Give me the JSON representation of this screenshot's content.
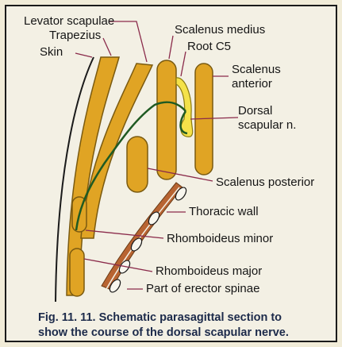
{
  "figure": {
    "labels": {
      "levator_scapulae": "Levator scapulae",
      "trapezius": "Trapezius",
      "skin": "Skin",
      "scalenus_medius": "Scalenus medius",
      "root_c5": "Root C5",
      "scalenus_anterior_1": "Scalenus",
      "scalenus_anterior_2": "anterior",
      "dorsal_scapular_1": "Dorsal",
      "dorsal_scapular_2": "scapular n.",
      "scalenus_posterior": "Scalenus posterior",
      "thoracic_wall": "Thoracic wall",
      "rhomboideus_minor": "Rhomboideus minor",
      "rhomboideus_major": "Rhomboideus major",
      "erector_spinae": "Part of erector spinae"
    },
    "caption_line1": "Fig. 11. 11. Schematic parasagittal section to",
    "caption_line2": "show the course of the dorsal scapular nerve."
  },
  "colors": {
    "muscle": "#e0a424",
    "muscle_outline": "#7a5a10",
    "nerve": "#1f5a22",
    "root": "#f4e24a",
    "rib": "#b86432",
    "caption": "#1c2a4a",
    "background": "#f3f0e4"
  }
}
